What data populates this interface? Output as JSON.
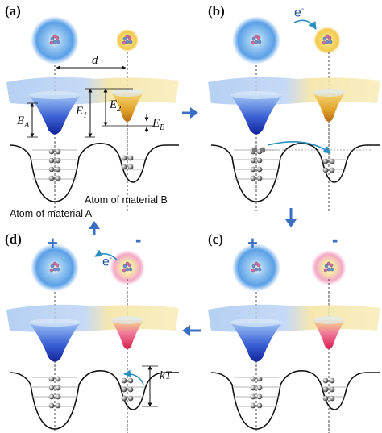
{
  "panels": [
    {
      "label": "(a)"
    },
    {
      "label": "(b)"
    },
    {
      "label": "(c)"
    },
    {
      "label": "(d)"
    }
  ],
  "captions": {
    "atom_b": "Atom of material B",
    "atom_a": "Atom of material A"
  },
  "symbols": {
    "d": "d",
    "ea_main": "E",
    "ea_sub": "A",
    "e1_main": "E",
    "e1_sub": "1",
    "e2_main": "E",
    "e2_sub": "2",
    "eb_main": "E",
    "eb_sub": "B",
    "kt": "kT",
    "electron_main": "e",
    "electron_sup": "-",
    "plus": "+",
    "minus": "-"
  },
  "colors": {
    "material_a_blue": "#2f57c9",
    "material_b_gold": "#e2b02a",
    "ionized_pink": "#e0405c",
    "arrow_blue": "#3a6fc4",
    "transfer_arrow": "#2a8fbf"
  }
}
